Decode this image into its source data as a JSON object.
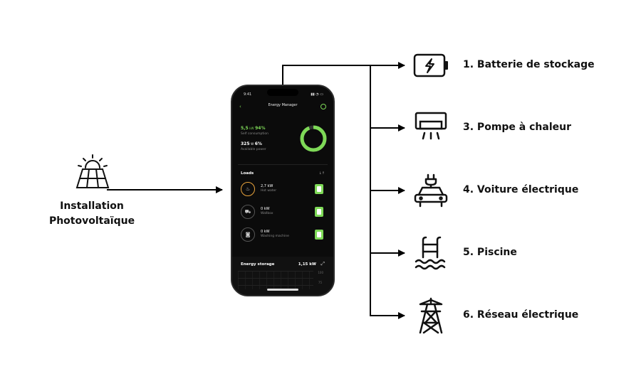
{
  "source": {
    "label_line1": "Installation",
    "label_line2": "Photovoltaïque",
    "icon": "solar-panel-icon"
  },
  "phone": {
    "status_time": "9:41",
    "app_title": "Energy Manager",
    "self_consumption_value": "5,5",
    "self_consumption_unit": "kW",
    "self_consumption_percent": "94%",
    "self_consumption_label": "Self consumption",
    "available_value": "325",
    "available_unit": "W",
    "available_percent": "6%",
    "available_label": "Available power",
    "ring_fill_fraction": 0.94,
    "loads_title": "Loads",
    "sort_label": "↓↑",
    "loads": [
      {
        "power": "2,7 kW",
        "name": "Hot water",
        "icon": "water-heater-icon",
        "active": true
      },
      {
        "power": "0 kW",
        "name": "Wallbox",
        "icon": "car-icon",
        "active": false
      },
      {
        "power": "0 kW",
        "name": "Washing machine",
        "icon": "washing-machine-icon",
        "active": false
      }
    ],
    "storage_title": "Energy storage",
    "storage_value": "1,15 kW",
    "storage_axis_top": "100",
    "storage_axis_mid": "75"
  },
  "outputs": [
    {
      "label": "1. Batterie de stockage",
      "icon": "battery-icon"
    },
    {
      "label": "3. Pompe à chaleur",
      "icon": "heat-pump-icon"
    },
    {
      "label": "4. Voiture électrique",
      "icon": "electric-car-icon"
    },
    {
      "label": "5. Piscine",
      "icon": "pool-ladder-icon"
    },
    {
      "label": "6. Réseau électrique",
      "icon": "power-pylon-icon"
    }
  ],
  "colors": {
    "line": "#000000",
    "accent_green": "#7ed957",
    "phone_bg": "#0b0b0b",
    "load_active": "#e8a33c"
  }
}
